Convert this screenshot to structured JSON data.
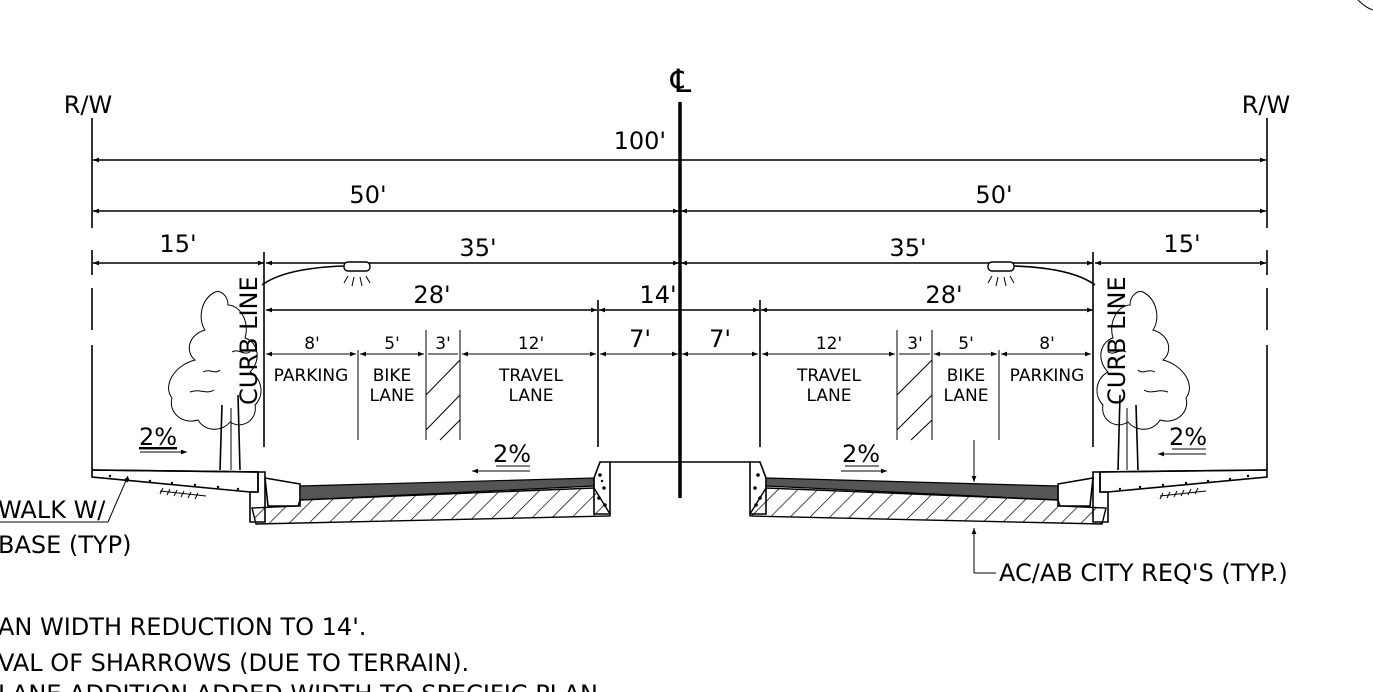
{
  "centerline": {
    "symbol": "℄"
  },
  "right_of_way": {
    "left_label": "R/W",
    "right_label": "R/W"
  },
  "dimensions": {
    "total": "100'",
    "half_left": "50'",
    "half_right": "50'",
    "sidewalk_left": "15'",
    "sidewalk_right": "15'",
    "curb_to_center_left": "35'",
    "curb_to_center_right": "35'",
    "roadway_left": "28'",
    "roadway_right": "28'",
    "median": "14'",
    "median_half_left": "7'",
    "median_half_right": "7'"
  },
  "lanes_left": [
    {
      "width": "8'",
      "label1": "PARKING",
      "label2": ""
    },
    {
      "width": "5'",
      "label1": "BIKE",
      "label2": "LANE"
    },
    {
      "width": "3'",
      "label1": "",
      "label2": ""
    },
    {
      "width": "12'",
      "label1": "TRAVEL",
      "label2": "LANE"
    }
  ],
  "lanes_right": [
    {
      "width": "12'",
      "label1": "TRAVEL",
      "label2": "LANE"
    },
    {
      "width": "3'",
      "label1": "",
      "label2": ""
    },
    {
      "width": "5'",
      "label1": "BIKE",
      "label2": "LANE"
    },
    {
      "width": "8'",
      "label1": "PARKING",
      "label2": ""
    }
  ],
  "curb_line_label": "CURB LINE",
  "slopes": {
    "sidewalk_left": "2%",
    "road_left": "2%",
    "road_right": "2%",
    "sidewalk_right": "2%"
  },
  "callouts": {
    "sidewalk_line1": "WALK W/",
    "sidewalk_line2": "BASE (TYP)",
    "pavement": "AC/AB CITY REQ'S (TYP.)"
  },
  "notes": [
    "AN WIDTH REDUCTION TO 14'.",
    "VAL OF SHARROWS (DUE TO TERRAIN).",
    "LANE ADDITION ADDED WIDTH TO SPECIFIC PLAN"
  ]
}
